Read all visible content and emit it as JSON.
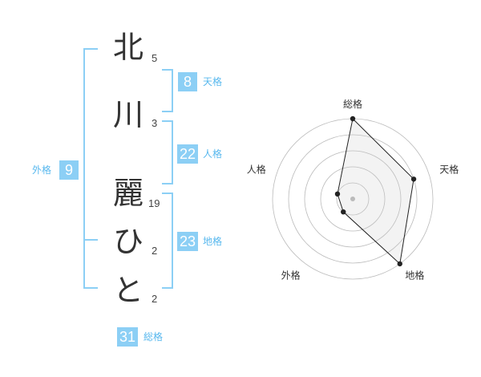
{
  "name": {
    "characters": [
      {
        "char": "北",
        "strokes": "5"
      },
      {
        "char": "川",
        "strokes": "3"
      },
      {
        "char": "麗",
        "strokes": "19"
      },
      {
        "char": "ひ",
        "strokes": "2"
      },
      {
        "char": "と",
        "strokes": "2"
      }
    ]
  },
  "fortunes": {
    "tenkaku": {
      "label": "天格",
      "value": "8"
    },
    "jinkaku": {
      "label": "人格",
      "value": "22"
    },
    "chikaku": {
      "label": "地格",
      "value": "23"
    },
    "gaikaku": {
      "label": "外格",
      "value": "9"
    },
    "soukaku": {
      "label": "総格",
      "value": "31"
    }
  },
  "colors": {
    "accent": "#8ccff5",
    "accent_text": "#58b8ee"
  },
  "chart_data": {
    "type": "radar",
    "axes": [
      "総格",
      "天格",
      "地格",
      "外格",
      "人格"
    ],
    "values": [
      5,
      4,
      5,
      1,
      1
    ],
    "max": 5,
    "rings": 5
  }
}
